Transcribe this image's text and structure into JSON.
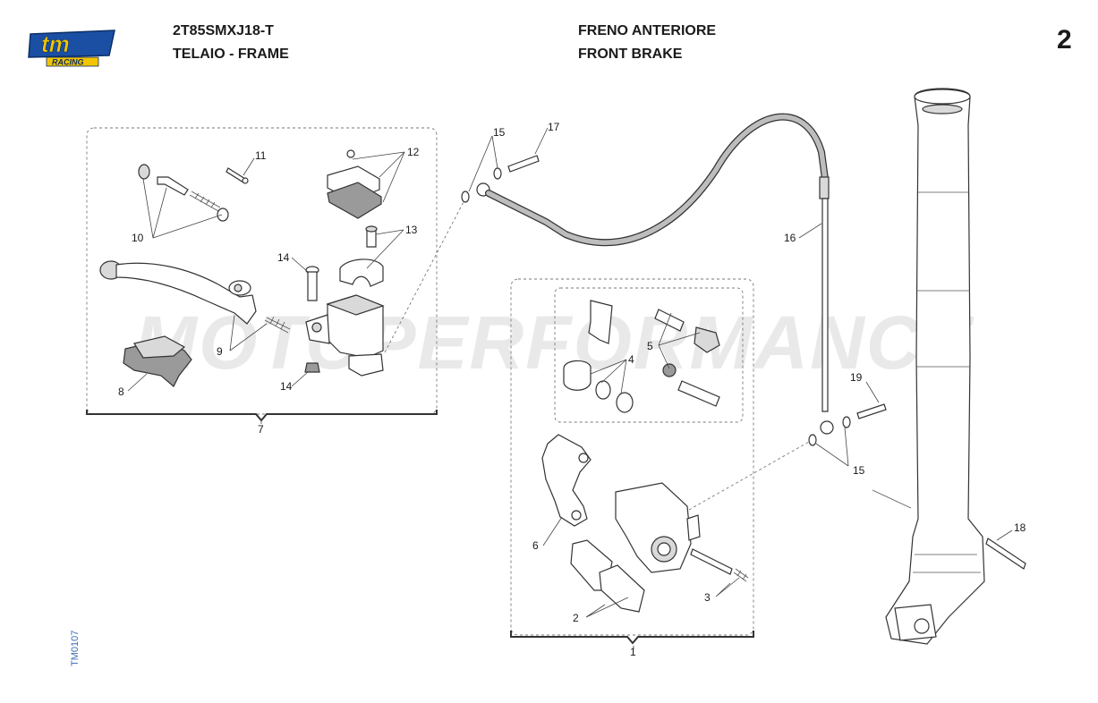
{
  "brand": {
    "logo_text": "tm",
    "logo_sub": "RACING",
    "colors": {
      "logo_blue": "#1b4fa3",
      "logo_yellow": "#f2c500",
      "dark": "#1a1a1a"
    }
  },
  "header": {
    "model_code": "2T85SMXJ18-T",
    "group_it_en": "TELAIO - FRAME",
    "title_it": "FRENO ANTERIORE",
    "title_en": "FRONT BRAKE",
    "page_number": "2"
  },
  "footer": {
    "drawing_code": "TM0107"
  },
  "watermark": "MOTOPERFORMANCE",
  "callouts": {
    "c1": "1",
    "c2": "2",
    "c3": "3",
    "c4": "4",
    "c5": "5",
    "c6": "6",
    "c7": "7",
    "c8": "8",
    "c9": "9",
    "c10": "10",
    "c11": "11",
    "c12": "12",
    "c13": "13",
    "c14a": "14",
    "c14b": "14",
    "c15a": "15",
    "c15b": "15",
    "c16": "16",
    "c17": "17",
    "c18": "18",
    "c19": "19"
  }
}
